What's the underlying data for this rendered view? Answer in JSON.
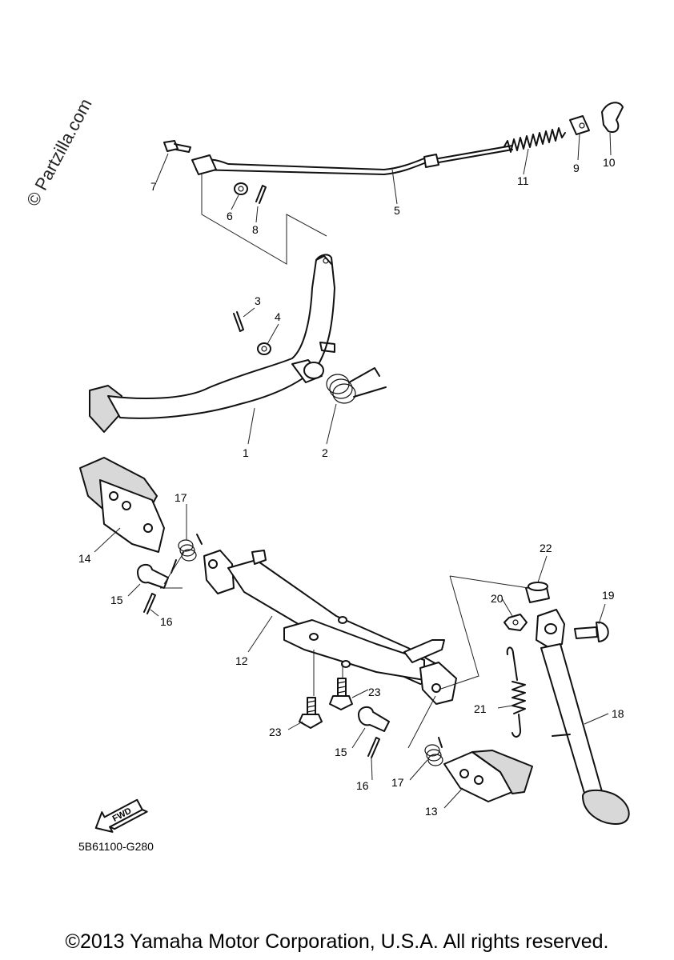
{
  "watermark": "© Partzilla.com",
  "diagram_code": "5B61100-G280",
  "copyright": "©2013 Yamaha Motor Corporation, U.S.A. All rights reserved.",
  "fwd_label": "FWD",
  "callouts": {
    "c1": "1",
    "c2": "2",
    "c3": "3",
    "c4": "4",
    "c5": "5",
    "c6": "6",
    "c7": "7",
    "c8": "8",
    "c9": "9",
    "c10": "10",
    "c11": "11",
    "c12": "12",
    "c13": "13",
    "c14": "14",
    "c15a": "15",
    "c15b": "15",
    "c16a": "16",
    "c16b": "16",
    "c17a": "17",
    "c17b": "17",
    "c18": "18",
    "c19": "19",
    "c20": "20",
    "c21": "21",
    "c22": "22",
    "c23a": "23",
    "c23b": "23"
  }
}
